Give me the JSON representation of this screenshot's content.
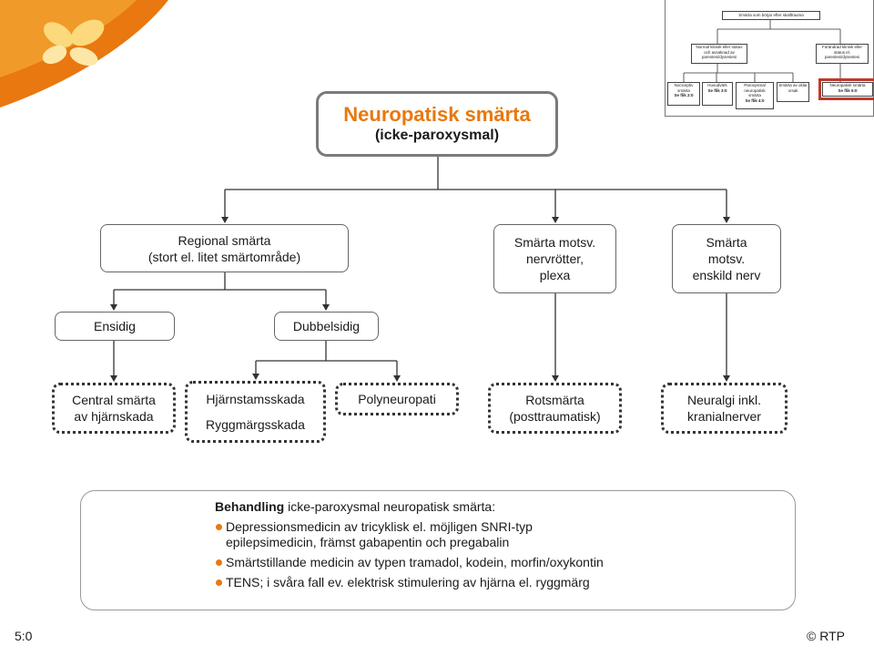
{
  "main": {
    "title": "Neuropatisk smärta",
    "subtitle": "(icke-paroxysmal)"
  },
  "regional": {
    "line1": "Regional smärta",
    "line2": "(stort el. litet smärtområde)"
  },
  "nerve_roots": {
    "line1": "Smärta motsv.",
    "line2": "nervrötter,",
    "line3": "plexa"
  },
  "single_nerve": {
    "line1": "Smärta",
    "line2": "motsv.",
    "line3": "enskild nerv"
  },
  "unilateral": "Ensidig",
  "bilateral": "Dubbelsidig",
  "central": {
    "line1": "Central smärta",
    "line2": "av hjärnskada"
  },
  "brainstem": {
    "line1": "Hjärnstamsskada",
    "line2": "Ryggmärgsskada"
  },
  "polyneuropathy": "Polyneuropati",
  "root_pain": {
    "line1": "Rotsmärta",
    "line2": "(posttraumatisk)"
  },
  "neuralgia": {
    "line1": "Neuralgi inkl.",
    "line2": "kranialnerver"
  },
  "treatment": {
    "heading_bold": "Behandling",
    "heading_rest": " icke-paroxysmal neuropatisk smärta:",
    "items": [
      {
        "line1": "Depressionsmedicin av tricyklisk el. möjligen SNRI-typ",
        "line2": "epilepsimedicin, främst gabapentin och pregabalin"
      },
      {
        "line1": "Smärtstillande medicin av typen tramadol, kodein, morfin/oxykontin",
        "line2": ""
      },
      {
        "line1": "TENS; i svåra fall ev. elektrisk stimulering av hjärna el. ryggmärg",
        "line2": ""
      }
    ]
  },
  "minimap": {
    "root": "Smärta som börjar efter skalltrauma",
    "left": "Normal klinisk eller status och avsaknad av parestesi/dysestesi",
    "right": "Förändrad klinisk eller status el. parestesi/dysestesi",
    "leaves": [
      {
        "text": "Nociceptiv smärta",
        "ref": "Se flik 2:0"
      },
      {
        "text": "Huvudvärk",
        "ref": "Se flik 3:0"
      },
      {
        "text": "Paroxysmal neuropatisk smärta",
        "ref": "Se flik 4:0"
      },
      {
        "text": "Smärta av oklar orsak",
        "ref": ""
      },
      {
        "text": "Neuropatisk smärta",
        "ref": "Se flik 5:0"
      }
    ],
    "highlight_color": "#c0392b"
  },
  "footer": {
    "page": "5:0",
    "copyright": "© RTP"
  },
  "colors": {
    "accent": "#e8780f",
    "logo_light": "#f6b840"
  },
  "icons": {
    "logo": "butterfly-logo-icon"
  }
}
